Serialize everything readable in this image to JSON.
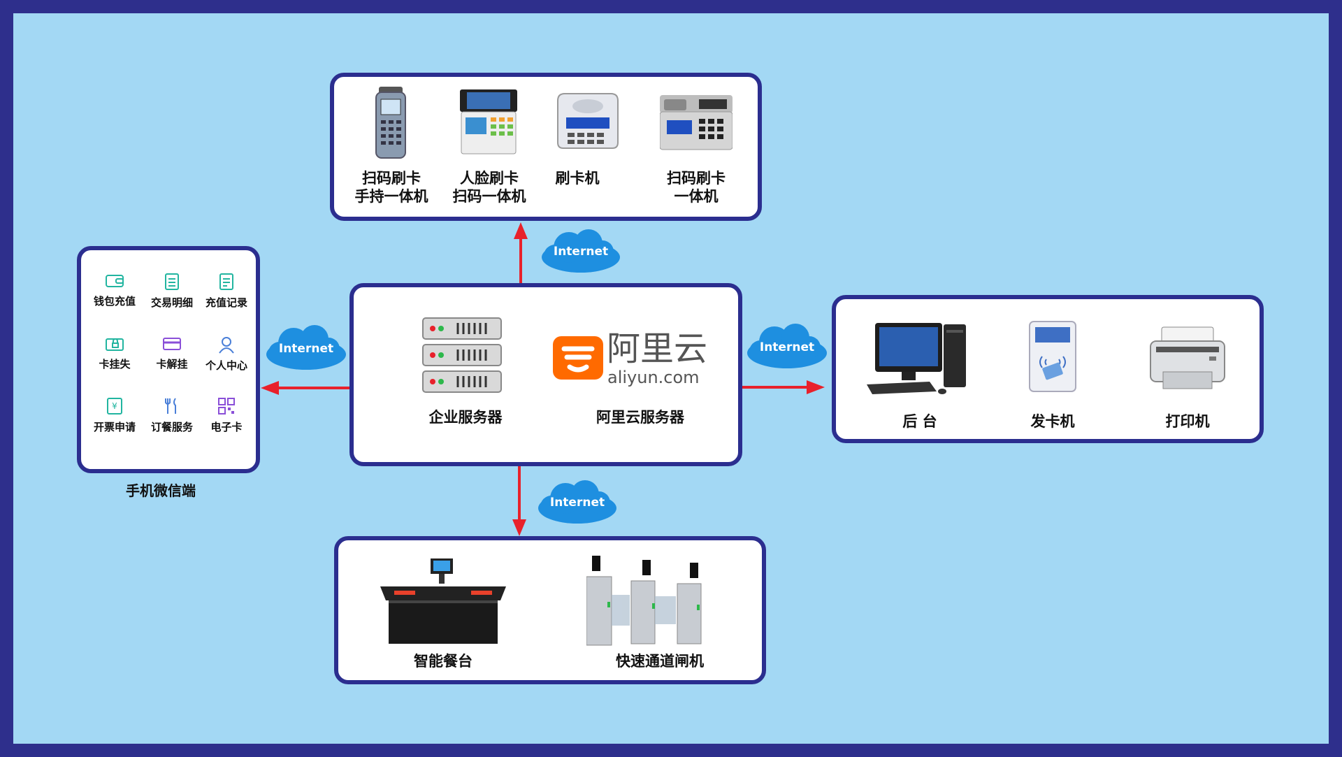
{
  "colors": {
    "frame": "#2e2f8c",
    "background": "#a3d8f4",
    "panel_border": "#2b2e8f",
    "arrow": "#e8212b",
    "cloud": "#1e8fe0",
    "icon": "#22b5a0",
    "aliyun_orange": "#ff6a00"
  },
  "clouds": {
    "top": "Internet",
    "left": "Internet",
    "right": "Internet",
    "bottom": "Internet"
  },
  "center": {
    "enterprise_label": "企业服务器",
    "aliyun_cn": "阿里云",
    "aliyun_en": "aliyun.com",
    "aliyun_label": "阿里云服务器"
  },
  "top_panel": {
    "items": [
      {
        "line1": "扫码刷卡",
        "line2": "手持一体机"
      },
      {
        "line1": "人脸刷卡",
        "line2": "扫码一体机"
      },
      {
        "line1": "刷卡机",
        "line2": ""
      },
      {
        "line1": "扫码刷卡",
        "line2": "一体机"
      }
    ]
  },
  "left_panel": {
    "caption": "手机微信端",
    "items": [
      {
        "label": "钱包充值",
        "icon": "wallet-icon"
      },
      {
        "label": "交易明细",
        "icon": "list-icon"
      },
      {
        "label": "充值记录",
        "icon": "record-icon"
      },
      {
        "label": "卡挂失",
        "icon": "card-lock-icon"
      },
      {
        "label": "卡解挂",
        "icon": "card-icon"
      },
      {
        "label": "个人中心",
        "icon": "user-icon"
      },
      {
        "label": "开票申请",
        "icon": "invoice-icon"
      },
      {
        "label": "订餐服务",
        "icon": "meal-icon"
      },
      {
        "label": "电子卡",
        "icon": "qr-icon"
      }
    ]
  },
  "right_panel": {
    "items": [
      {
        "label": "后 台",
        "icon": "computer-icon"
      },
      {
        "label": "发卡机",
        "icon": "card-issuer-icon"
      },
      {
        "label": "打印机",
        "icon": "printer-icon"
      }
    ]
  },
  "bottom_panel": {
    "items": [
      {
        "label": "智能餐台",
        "icon": "smart-table-icon"
      },
      {
        "label": "快速通道闸机",
        "icon": "turnstile-icon"
      }
    ]
  }
}
